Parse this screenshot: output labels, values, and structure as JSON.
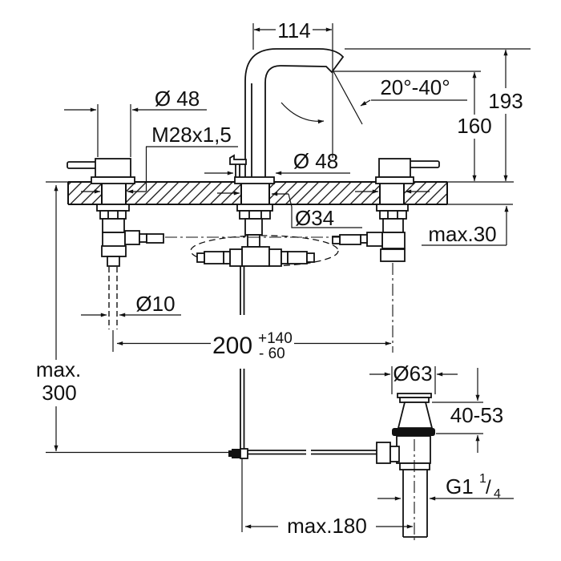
{
  "labels": {
    "spout_reach": "114",
    "spout_angle_range": "20°-40°",
    "height_to_spout_top": "193",
    "height_to_outlet": "160",
    "handle_diameter": "Ø 48",
    "mounting_thread": "M28x1,5",
    "spout_base_diameter": "Ø 48",
    "shank_diameter": "Ø34",
    "max_deck_thickness": "max.30",
    "supply_pipe_diameter": "Ø10",
    "hole_spacing": "200",
    "hole_spacing_plus_tol": "+140",
    "hole_spacing_minus_tol": "- 60",
    "max_rod_depth_word": "max.",
    "max_rod_depth_value": "300",
    "waste_flange_diameter": "Ø63",
    "waste_mounting_range": "40-53",
    "waste_thread_prefix": "G1",
    "waste_thread_numerator": "1",
    "waste_thread_slash": "/",
    "waste_thread_denominator": "4",
    "max_rod_reach": "max.180"
  },
  "colors": {
    "line": "#111111",
    "background": "#ffffff"
  }
}
